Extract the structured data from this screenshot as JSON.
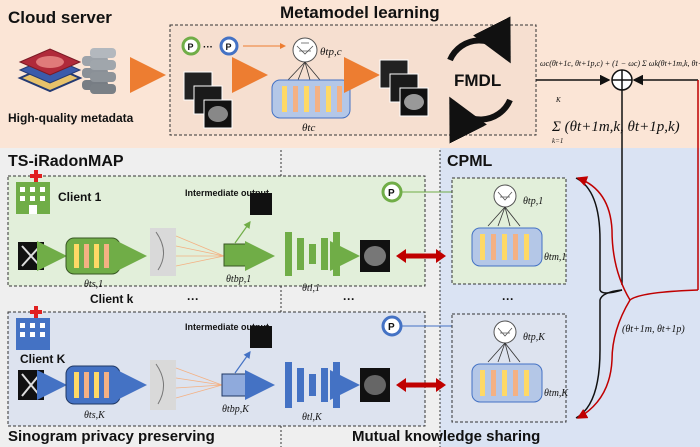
{
  "top": {
    "cloud_server_title": "Cloud server",
    "metadata_caption": "High-quality metadata",
    "metamodel_title": "Metamodel learning",
    "fmdl_label": "FMDL",
    "theta_pc": "θtp,c",
    "theta_c": "θtc",
    "p_badge": "P",
    "ellipsis": "···",
    "aggregation_formula": "ωc(θt+1c, θt+1p,c) + (1 − ωc) Σ ωk(θt+1m,k, θt+1p,k)",
    "sum_formula": "Σ (θt+1m,k, θt+1p,k)",
    "sum_upper": "K",
    "sum_lower": "k=1"
  },
  "left": {
    "section_title": "TS-iRadonMAP",
    "client1_label": "Client 1",
    "clientk_label": "Client k",
    "clientK_label": "Client K",
    "intermediate_output_1": "Intermediate output",
    "intermediate_output_K": "Intermediate output",
    "theta_s1": "θts,1",
    "theta_bp1": "θtbp,1",
    "theta_sK": "θts,K",
    "theta_bpK": "θtbp,K",
    "theta_l1": "θtl,1",
    "theta_lK": "θtl,K",
    "ellipsis_left": "···",
    "ellipsis_mid": "···",
    "bottom_caption_left": "Sinogram privacy preserving",
    "bottom_caption_mid": "Mutual knowledge sharing"
  },
  "right": {
    "section_title": "CPML",
    "theta_p1": "θtp,1",
    "theta_m1": "θtm,1",
    "theta_pK": "θtp,K",
    "theta_mK": "θtm,K",
    "ellipsis_right": "···",
    "broadcast_label": "(θt+1m, θt+1p)"
  },
  "colors": {
    "cloud_bg": "#fbe5d6",
    "left_bg": "#efefef",
    "right_bg": "#dae3f3",
    "green_box": "#e2efda",
    "blue_box": "#dde3ef",
    "green_arrow": "#70ad47",
    "blue_arrow": "#4472c4",
    "orange_arrow": "#ed7d31",
    "red_arrow": "#c00000",
    "layer_yellow": "#ffd966",
    "layer_pink": "#f4b183"
  }
}
